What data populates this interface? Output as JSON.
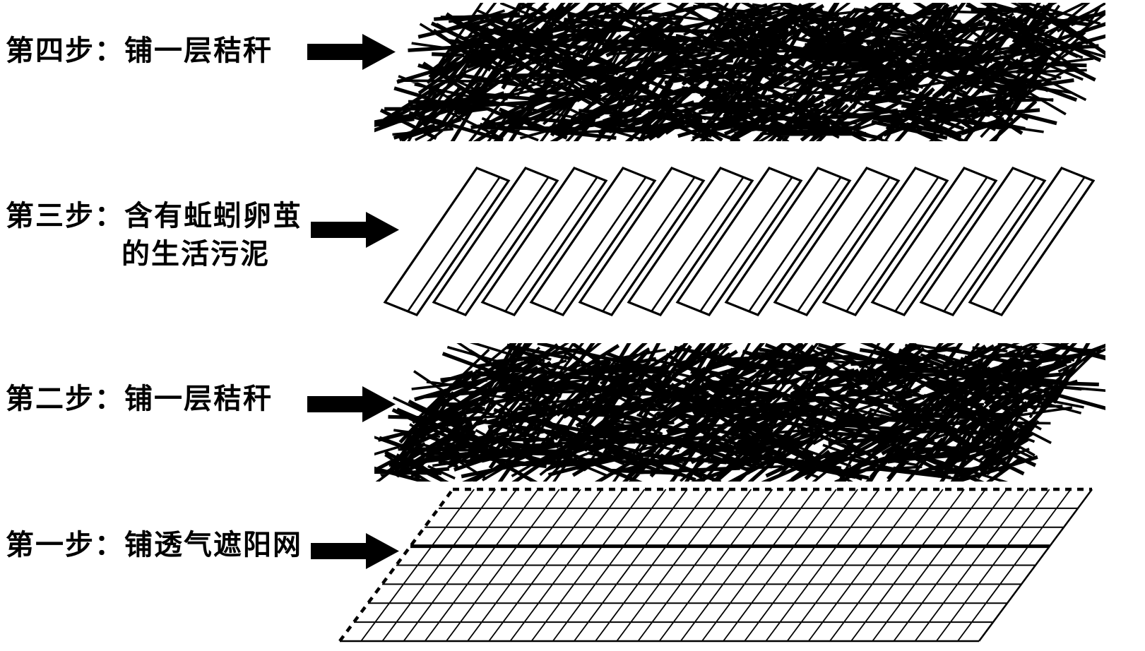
{
  "figure": {
    "description": "layered-bed-construction-steps"
  },
  "steps": [
    {
      "num": 4,
      "label": "第四步：铺一层秸秆",
      "layer": "straw"
    },
    {
      "num": 3,
      "label": "第三步：含有蚯蚓卵茧",
      "label_line2": "的生活污泥",
      "layer": "sludge-slabs"
    },
    {
      "num": 2,
      "label": "第二步：铺一层秸秆",
      "layer": "straw"
    },
    {
      "num": 1,
      "label": "第一步：铺透气遮阳网",
      "layer": "shade-net"
    }
  ],
  "icons": {
    "arrow": "right-arrow"
  },
  "colors": {
    "ink": "#000000",
    "background": "#ffffff",
    "slab_fill": "#ffffff"
  },
  "graphics": {
    "straw": {
      "segments": 820,
      "seed_step4": 20240,
      "seed_step2": 77715
    },
    "sludge": {
      "slabs": 13,
      "stripe": 0.72
    },
    "net": {
      "rows": 8,
      "diagonals": 30,
      "thick_row": 3
    }
  }
}
